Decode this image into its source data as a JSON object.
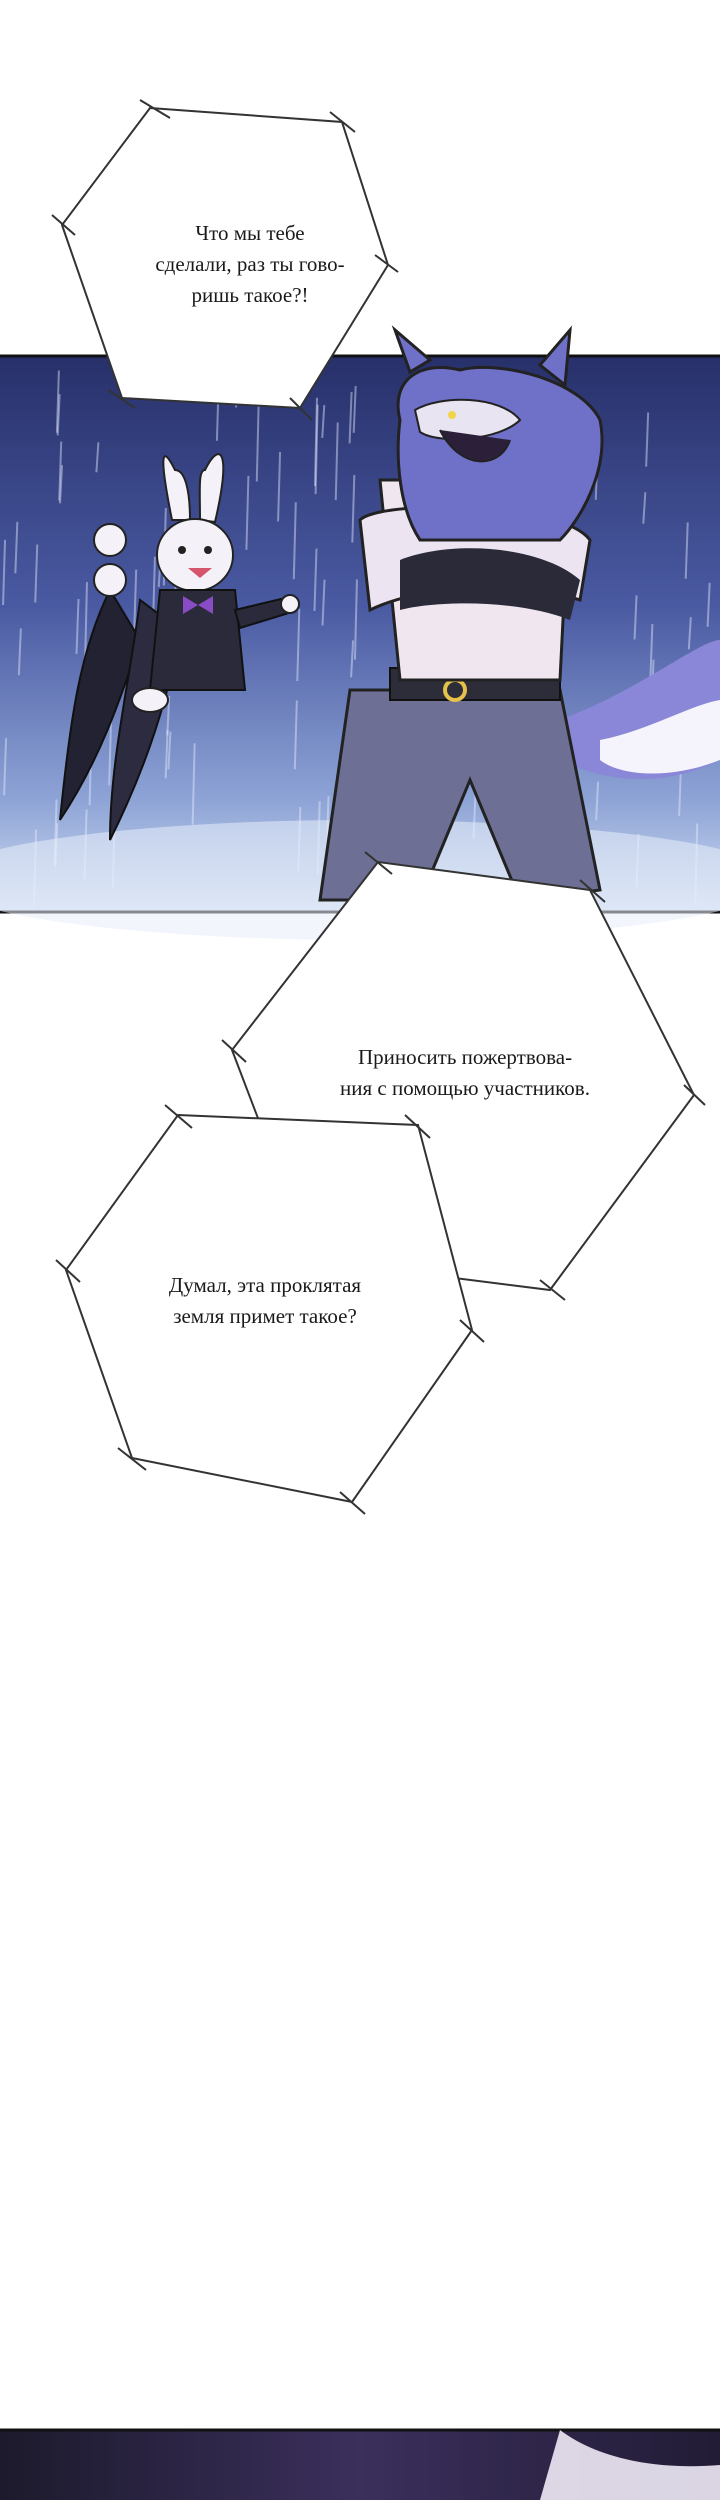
{
  "bubbles": [
    {
      "text": "Что мы тебе\nсделали, раз ты гово-\nришь такое?!"
    },
    {
      "text": "Приносить пожертвова-\nния с помощью участников."
    },
    {
      "text": "Думал, эта проклятая\nземля примет такое?"
    }
  ],
  "colors": {
    "rain_sky_dark": "#2c3570",
    "rain_sky_light": "#c9d6ee",
    "wolf_fur": "#6f70c8",
    "rabbit_fur": "#f4f2f8",
    "skin": "#f0e6f0",
    "pants": "#6d6f95",
    "bottom_strip": "#2a2540"
  }
}
